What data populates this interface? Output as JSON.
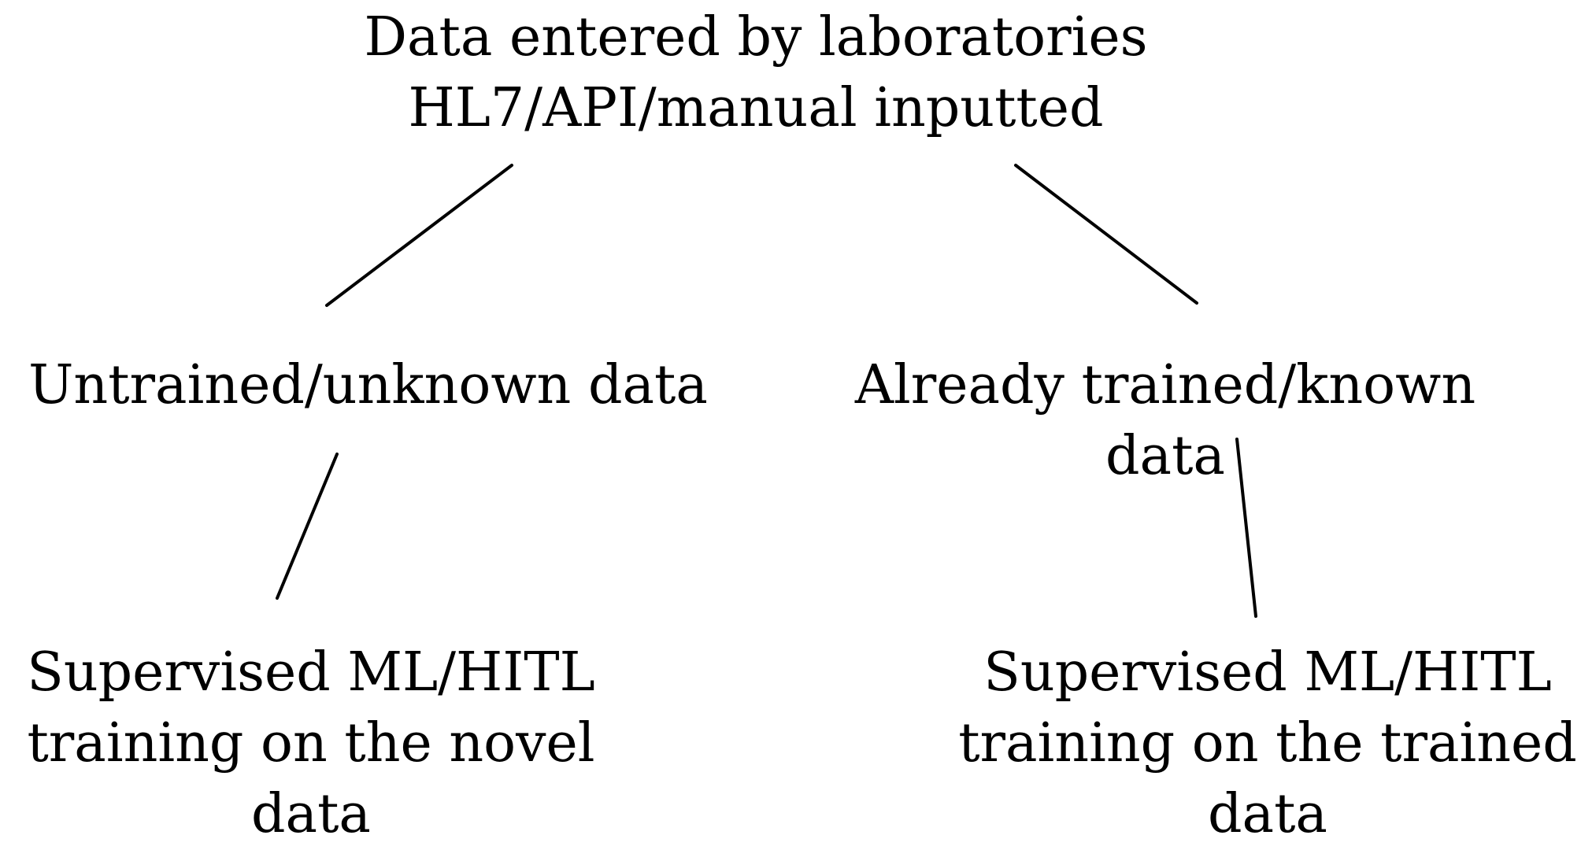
{
  "nodes": {
    "root": {
      "lines": [
        "Data entered by laboratories",
        "HL7/API/manual inputted"
      ]
    },
    "untrained": {
      "lines": [
        "Untrained/unknown data"
      ]
    },
    "trained": {
      "lines": [
        "Already trained/known",
        "data"
      ]
    },
    "novel_training": {
      "lines": [
        "Supervised ML/HITL",
        "training on the novel",
        "data"
      ]
    },
    "trained_training": {
      "lines": [
        "Supervised ML/HITL",
        "training on the trained",
        "data"
      ]
    }
  },
  "edges": [
    {
      "from": "root",
      "to": "untrained"
    },
    {
      "from": "root",
      "to": "trained"
    },
    {
      "from": "untrained",
      "to": "novel_training"
    },
    {
      "from": "trained",
      "to": "trained_training"
    }
  ]
}
